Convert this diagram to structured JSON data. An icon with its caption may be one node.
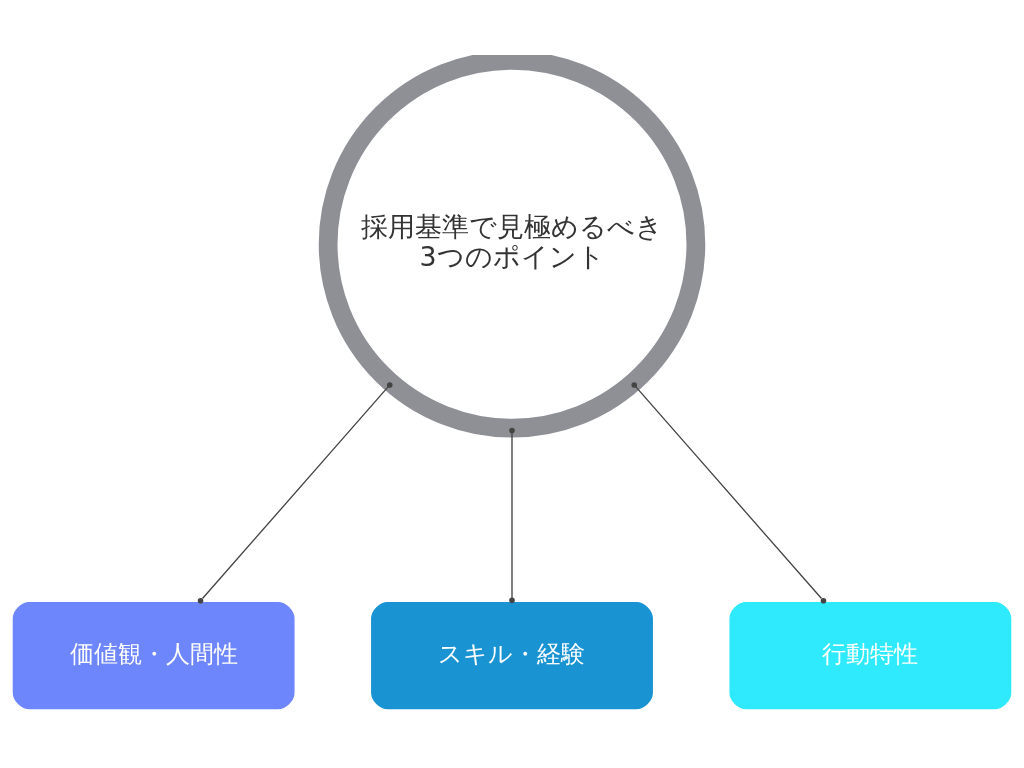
{
  "diagram": {
    "nodes": [
      {
        "text": [
          "採用基準で見極めるべき 3つのポイント"
        ]
      },
      {
        "text": [
          "価値観・人間性"
        ]
      },
      {
        "text": [
          "スキル・経験"
        ]
      },
      {
        "text": [
          "行動特性"
        ]
      }
    ],
    "edges": [
      {
        "from": 0,
        "to": 1,
        "arrow": "other"
      },
      {
        "from": 0,
        "to": 2,
        "arrow": "other"
      },
      {
        "from": 0,
        "to": 3,
        "arrow": "other"
      }
    ]
  }
}
